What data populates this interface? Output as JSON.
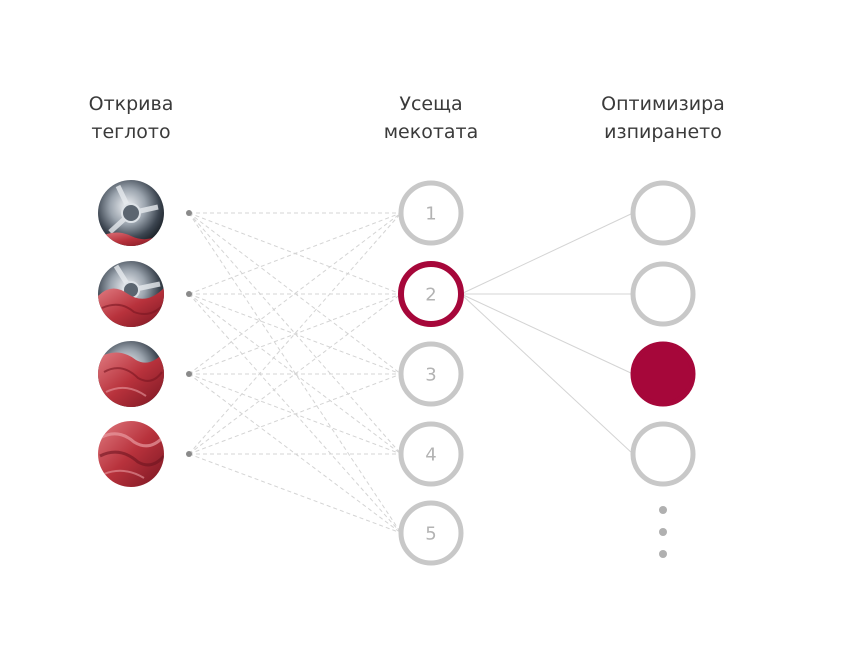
{
  "columns": [
    {
      "title_line1": "Открива",
      "title_line2": "теглото"
    },
    {
      "title_line1": "Усеща",
      "title_line2": "мекотата"
    },
    {
      "title_line1": "Оптимизира",
      "title_line2": "изпирането"
    }
  ],
  "softness_nodes": [
    "1",
    "2",
    "3",
    "4",
    "5"
  ],
  "selected_softness_index": 1,
  "selected_wash_index": 2,
  "colors": {
    "accent": "#a6073a",
    "ring": "#c8c8c8",
    "number": "#b3b3b3",
    "line": "#d4d4d4",
    "heading": "#3a3a3a"
  }
}
